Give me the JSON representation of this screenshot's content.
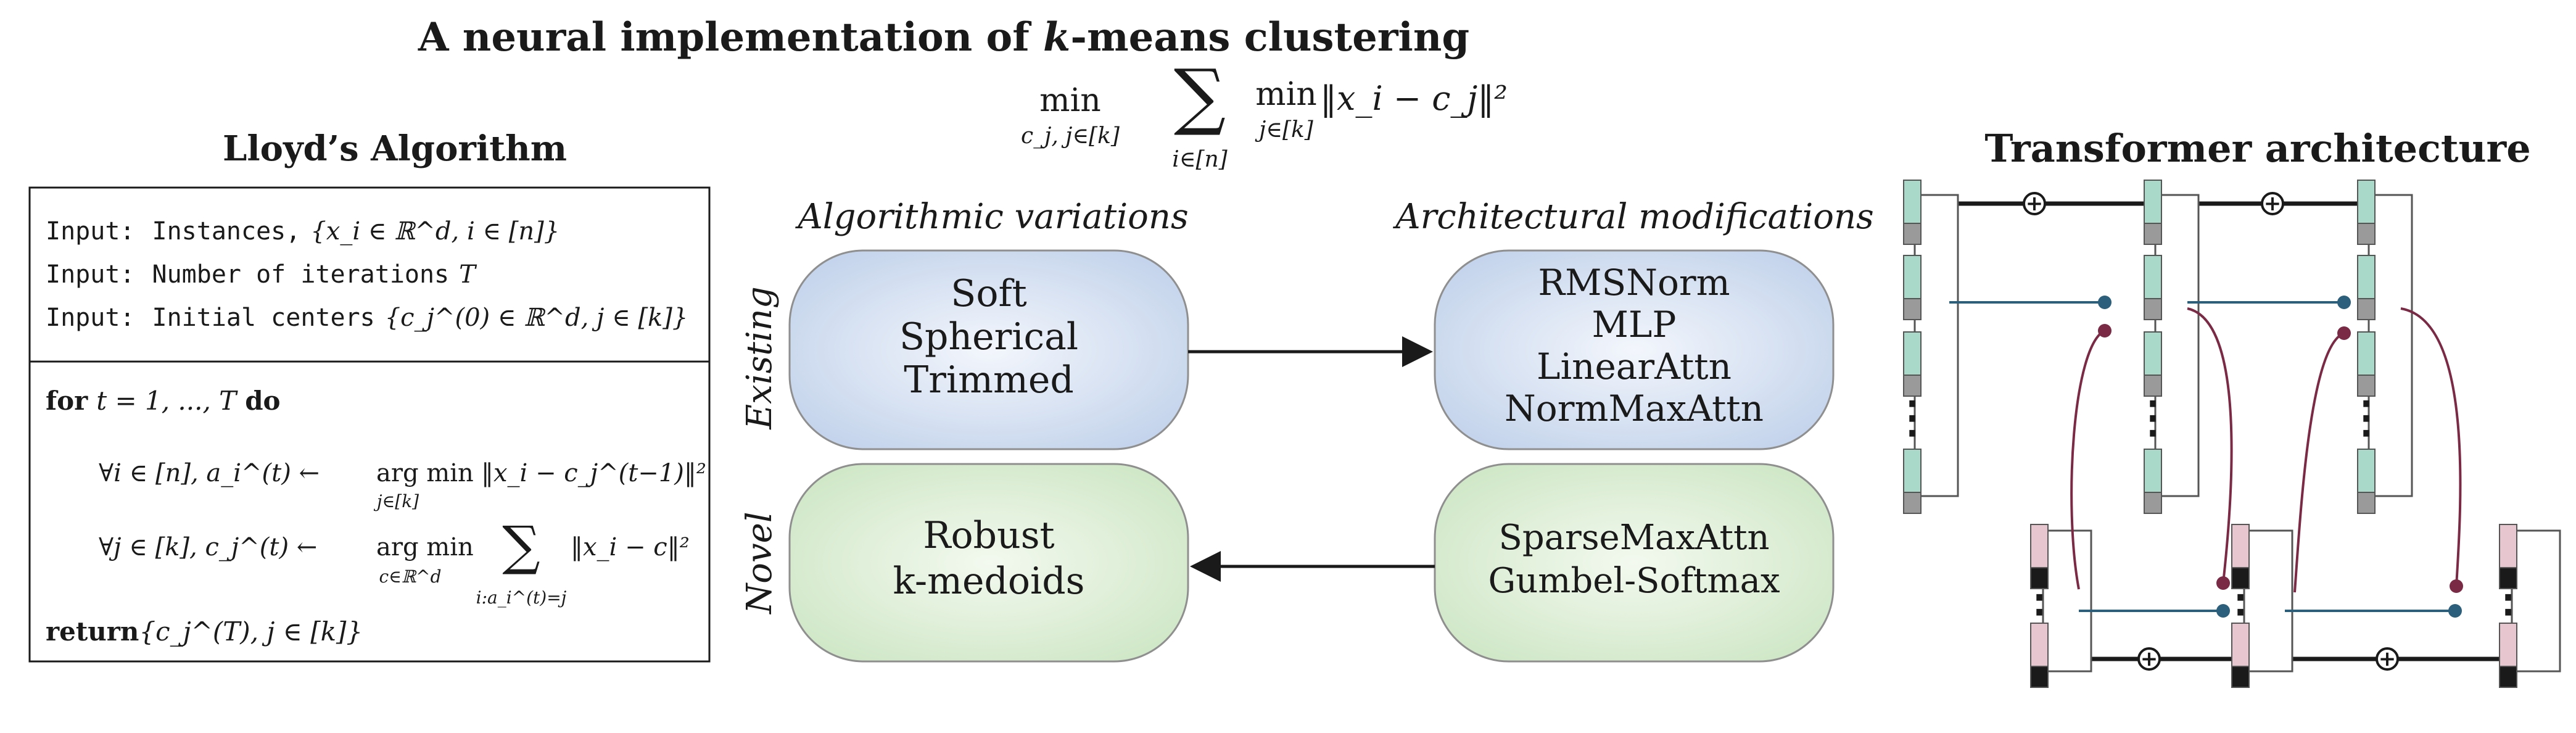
{
  "header": {
    "title_prefix": "A neural implementation of ",
    "title_k": "k",
    "title_suffix": "-means clustering",
    "objective": {
      "min_word": "min",
      "min_sub": "c_j, j∈[k]",
      "sum_symbol": "∑",
      "sum_sub": "i∈[n]",
      "min2_word": "min",
      "min2_sub": "j∈[k]",
      "norm_body": "‖x_i − c_j‖²"
    }
  },
  "lloyd": {
    "title": "Lloyd’s Algorithm",
    "inputs": [
      {
        "keyword": "Input:",
        "name": "Instances,",
        "math": "{x_i ∈ ℝ^d, i ∈ [n]}"
      },
      {
        "keyword": "Input:",
        "name": "Number of iterations",
        "math": "T"
      },
      {
        "keyword": "Input:",
        "name": "Initial centers",
        "math": "{c_j^(0) ∈ ℝ^d, j ∈ [k]}"
      }
    ],
    "loop_head": {
      "for_kw": "for",
      "range": "t = 1, ..., T",
      "do_kw": "do"
    },
    "step1": {
      "lhs": "∀i ∈ [n],  a_i^(t) ←",
      "op": "arg min",
      "op_sub": "j∈[k]",
      "rhs": "‖x_i − c_j^(t−1)‖²"
    },
    "step2": {
      "lhs": "∀j ∈ [k],  c_j^(t) ←",
      "op": "arg min",
      "op_sub": "c∈ℝ^d",
      "sum": "∑",
      "sum_sub": "i:a_i^(t)=j",
      "rhs": "‖x_i − c‖²"
    },
    "return_line": {
      "kw": "return",
      "math": "{c_j^(T), j ∈ [k]}"
    }
  },
  "center": {
    "left_heading": "Algorithmic variations",
    "right_heading": "Architectural modifications",
    "row_labels": [
      "Existing",
      "Novel"
    ],
    "boxes": {
      "existing_algorithms": [
        "Soft",
        "Spherical",
        "Trimmed"
      ],
      "existing_architectures": [
        "RMSNorm",
        "MLP",
        "LinearAttn",
        "NormMaxAttn"
      ],
      "novel_algorithms": [
        "Robust",
        "k-medoids"
      ],
      "novel_architectures": [
        "SparseMaxAttn",
        "Gumbel-Softmax"
      ]
    }
  },
  "transformer": {
    "title": "Transformer architecture",
    "plus_symbol": "+",
    "ellipsis": "⋮"
  },
  "colors": {
    "text": "#1a1a1a",
    "blue_box_center": "#f3f6fc",
    "blue_box_edge": "#c0d1ea",
    "green_box_center": "#f3f9ef",
    "green_box_edge": "#cde6c4",
    "box_stroke": "#8f8f8f",
    "teal_token": "#a9d9c8",
    "pink_token": "#e8c6d0",
    "gray_token": "#9a9a9a",
    "black_token": "#1a1a1a",
    "blue_line": "#2c5f7c",
    "maroon_line": "#7a2a45"
  }
}
